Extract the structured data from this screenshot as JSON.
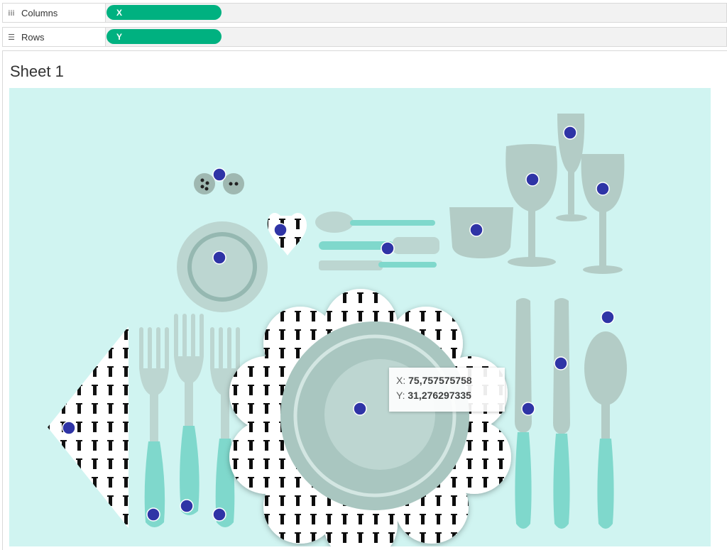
{
  "columns_shelf": {
    "label": "Columns",
    "icon": "iii",
    "pill": "X"
  },
  "rows_shelf": {
    "label": "Rows",
    "icon": "☰",
    "pill": "Y"
  },
  "sheet": {
    "title": "Sheet 1"
  },
  "tooltip": {
    "x_label": "X:",
    "x_value": "75,757575758",
    "y_label": "Y:",
    "y_value": "31,276297335"
  },
  "colors": {
    "pill": "#00b180",
    "background": "#d0f4f1",
    "mark": "#2f34a6",
    "plate": "#a9c6c0",
    "handle": "#7fd8cc"
  }
}
